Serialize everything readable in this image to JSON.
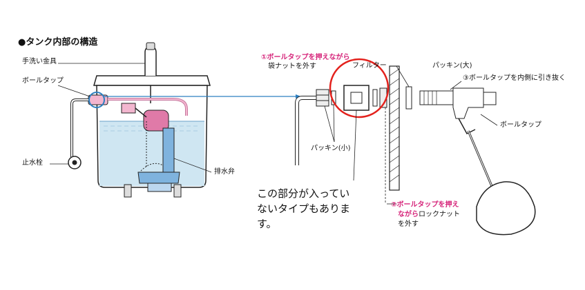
{
  "title": "●タンク内部の構造",
  "tank_labels": {
    "hand_wash": "手洗い金具",
    "ball_tap": "ボールタップ",
    "stop_valve": "止水栓",
    "drain_valve": "排水弁"
  },
  "detail_labels": {
    "step1_num": "①",
    "step1_pink": "ボールタップを押えながら",
    "step1_rest": "袋ナットを外す",
    "filter": "フィルター",
    "packing_large": "パッキン(大)",
    "step3": "③ボールタップを内側に引き抜く",
    "ball_tap": "ボールタップ",
    "packing_small": "パッキン(小)",
    "step2_num": "②",
    "step2_pink_a": "ボールタップを押え",
    "step2_pink_b": "ながら",
    "step2_rest_b": "ロックナット",
    "step2_rest_c": "を外す"
  },
  "note_lines": [
    "この部分が入ってい",
    "ないタイプもありま",
    "す。"
  ],
  "colors": {
    "water": "#cfe6f2",
    "pink_part": "#f3b6cf",
    "blue_part": "#7fb3de",
    "accent_text": "#d6247a",
    "circle": "#e3211c",
    "pointer_line": "#2c7fc0"
  }
}
